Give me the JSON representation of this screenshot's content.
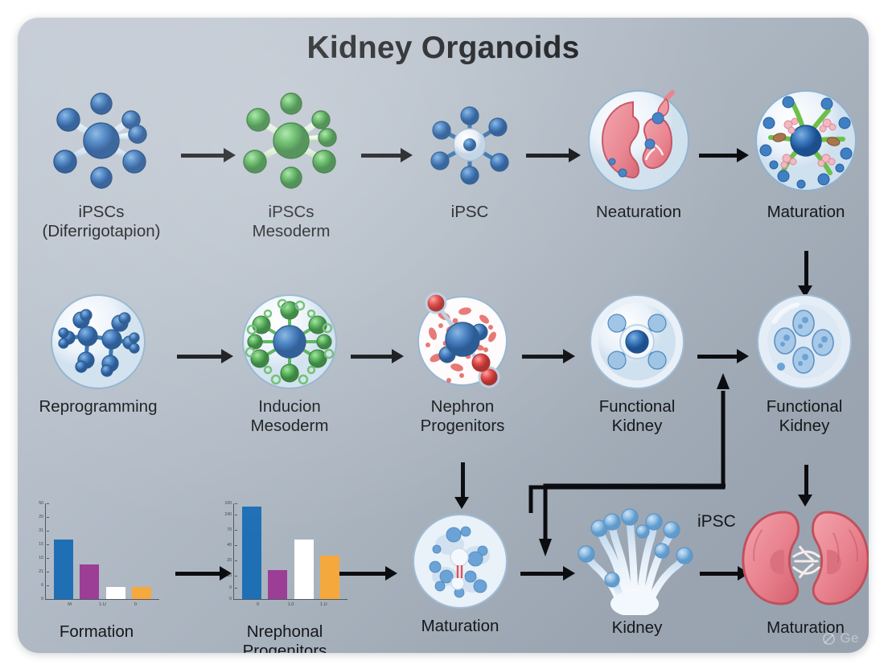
{
  "card": {
    "title": "Kidney Organoids",
    "watermark": "Ge",
    "background_start": "#c2cad4",
    "background_end": "#97a2ae"
  },
  "row1": {
    "nodes": [
      {
        "id": "ipscs-differentiation",
        "label": "iPSCs\n(Diferrigotapion)",
        "icon": "blue-molecule-hub-icon"
      },
      {
        "id": "ipscs-mesoderm",
        "label": "iPSCs\nMesoderm",
        "icon": "green-molecule-hub-icon"
      },
      {
        "id": "ipsc",
        "label": "iPSC",
        "icon": "blue-white-molecule-hub-icon"
      },
      {
        "id": "neaturation",
        "label": "Neaturation",
        "icon": "kidney-organoid-vesicle-icon"
      },
      {
        "id": "maturation-top",
        "label": "Maturation",
        "icon": "green-vascular-organoid-icon"
      }
    ],
    "arrows": [
      "arrow-right",
      "arrow-right",
      "arrow-right",
      "arrow-right"
    ]
  },
  "row2": {
    "nodes": [
      {
        "id": "reprogramming",
        "label": "Reprogramming",
        "icon": "blue-branched-molecule-vesicle-icon"
      },
      {
        "id": "inducion-mesoderm",
        "label": "Inducion\nMesoderm",
        "icon": "green-studded-vesicle-icon"
      },
      {
        "id": "nephron-progenitors",
        "label": "Nephron\nProgenitors",
        "icon": "red-granule-vesicle-icon"
      },
      {
        "id": "functional-kidney-1",
        "label": "Functional\nKidney",
        "icon": "blue-cross-molecule-vesicle-icon"
      },
      {
        "id": "functional-kidney-2",
        "label": "Functional\nKidney",
        "icon": "multicell-vesicle-icon"
      }
    ],
    "arrows": [
      "arrow-right",
      "arrow-right",
      "arrow-right",
      "arrow-right"
    ]
  },
  "row3": {
    "nodes": [
      {
        "id": "formation",
        "label": "Formation",
        "icon": "bar-chart-icon"
      },
      {
        "id": "nrephonal-progenitors",
        "label": "Nrephonal\nProgenitors",
        "icon": "bar-chart-icon"
      },
      {
        "id": "maturation-mid",
        "label": "Maturation",
        "icon": "blue-granule-vesicle-icon"
      },
      {
        "id": "kidney",
        "label": "Kidney",
        "icon": "nephron-tubule-sprout-icon"
      },
      {
        "id": "maturation-right",
        "label": "Maturation",
        "icon": "kidney-pair-icon"
      }
    ],
    "arrows": [
      "arrow-right",
      "arrow-right",
      "arrow-right",
      "arrow-right"
    ]
  },
  "connectors": {
    "maturation_down": "arrow-down-icon",
    "functional_kidney_down": "arrow-down-icon",
    "nephron_down": "arrow-down-icon",
    "kidney_up_elbow": "elbow-arrow-up-icon",
    "kidney_down_elbow": "elbow-arrow-down-icon",
    "ipsc_label": "iPSC"
  },
  "chart_data": [
    {
      "id": "formation-chart",
      "type": "bar",
      "title": "",
      "categories": [
        "M",
        "1.U",
        "0"
      ],
      "values": [
        31,
        18,
        6,
        6
      ],
      "bars": [
        {
          "label": "M",
          "value": 31,
          "color": "#1f6fb5"
        },
        {
          "label": "1.U",
          "value": 18,
          "color": "#9c3d96"
        },
        {
          "label": "",
          "value": 6,
          "color": "#ffffff"
        },
        {
          "label": "0",
          "value": 6,
          "color": "#f5a93c"
        }
      ],
      "yticks": [
        "50",
        "20",
        "31",
        "15",
        "10",
        "21",
        "6",
        "0"
      ],
      "ylim": [
        0,
        50
      ],
      "xlabel": "",
      "ylabel": "",
      "grid": false,
      "legend": false
    },
    {
      "id": "nephronal-chart",
      "type": "bar",
      "title": "",
      "categories": [
        "0",
        "1.0",
        "1.U"
      ],
      "values": [
        100,
        18,
        55,
        32
      ],
      "bars": [
        {
          "label": "0",
          "value": 100,
          "color": "#1f6fb5"
        },
        {
          "label": "1.0",
          "value": 18,
          "color": "#9c3d96"
        },
        {
          "label": "",
          "value": 55,
          "color": "#ffffff"
        },
        {
          "label": "1.U",
          "value": 32,
          "color": "#f5a93c"
        }
      ],
      "yticks": [
        "100",
        "240",
        "70",
        "40",
        "20",
        "10",
        "0",
        "0"
      ],
      "ylim": [
        0,
        100
      ],
      "xlabel": "",
      "ylabel": "",
      "grid": false,
      "legend": false
    }
  ]
}
